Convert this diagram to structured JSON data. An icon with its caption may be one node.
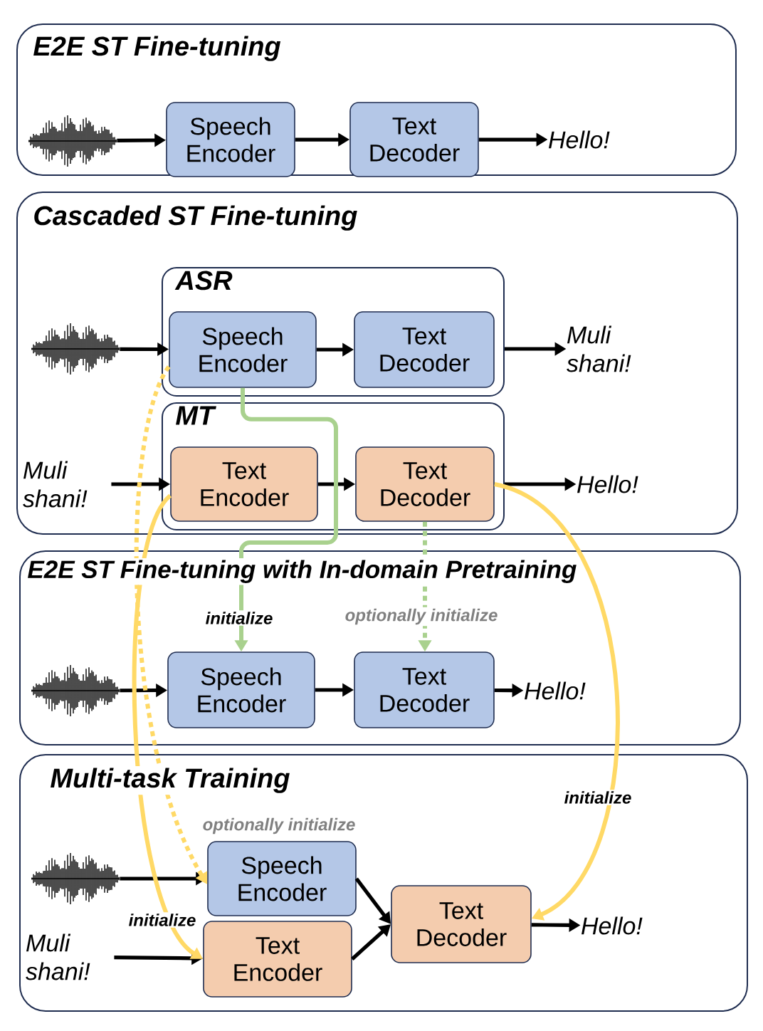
{
  "diagram": {
    "nodes": [
      {
        "text": [
          "E2E ST Fine-tuning"
        ]
      },
      {
        "text": [],
        "shape": "picture",
        "in": 0
      },
      {
        "text": [
          "Speech Encoder"
        ],
        "in": 0
      },
      {
        "text": [
          "Text Decoder"
        ],
        "in": 0
      },
      {
        "text": [
          "Hello!"
        ],
        "in": 0
      },
      {
        "text": [
          "Cascaded ST Fine-tuning"
        ]
      },
      {
        "text": [
          "ASR"
        ],
        "in": 5
      },
      {
        "text": [],
        "shape": "picture",
        "in": 5
      },
      {
        "text": [
          "Speech Encoder"
        ],
        "in": 6
      },
      {
        "text": [
          "Text Decoder"
        ],
        "in": 6
      },
      {
        "text": [
          "Muli shani!"
        ],
        "in": 5
      },
      {
        "text": [
          "MT"
        ],
        "in": 5
      },
      {
        "text": [
          "Muli shani!"
        ],
        "in": 5
      },
      {
        "text": [
          "Text Encoder"
        ],
        "in": 11
      },
      {
        "text": [
          "Text Decoder"
        ],
        "in": 11
      },
      {
        "text": [
          "Hello!"
        ],
        "in": 5
      },
      {
        "text": [
          "E2E ST Fine-tuning with In-domain Pretraining"
        ]
      },
      {
        "text": [],
        "shape": "picture",
        "in": 16
      },
      {
        "text": [
          "Speech Encoder"
        ],
        "in": 16
      },
      {
        "text": [
          "Text Decoder"
        ],
        "in": 16
      },
      {
        "text": [
          "Hello!"
        ],
        "in": 16
      },
      {
        "text": [
          "Multi-task Training"
        ]
      },
      {
        "text": [],
        "shape": "picture",
        "in": 21
      },
      {
        "text": [
          "Speech Encoder"
        ],
        "in": 21
      },
      {
        "text": [
          "Muli shani!"
        ],
        "in": 21
      },
      {
        "text": [
          "Text Encoder"
        ],
        "in": 21
      },
      {
        "text": [
          "Text Decoder"
        ],
        "in": 21
      },
      {
        "text": [
          "Hello!"
        ],
        "in": 21
      }
    ],
    "edges": [
      {
        "from": 1,
        "to": 2,
        "arrow": "to"
      },
      {
        "from": 2,
        "to": 3,
        "arrow": "to"
      },
      {
        "from": 3,
        "to": 4,
        "arrow": "to"
      },
      {
        "from": 7,
        "to": 8,
        "arrow": "to"
      },
      {
        "from": 8,
        "to": 9,
        "arrow": "to"
      },
      {
        "from": 6,
        "to": 10,
        "arrow": "to"
      },
      {
        "from": 12,
        "to": 13,
        "arrow": "to"
      },
      {
        "from": 13,
        "to": 14,
        "arrow": "to"
      },
      {
        "from": 11,
        "to": 15,
        "arrow": "to"
      },
      {
        "from": 17,
        "to": 18,
        "arrow": "to"
      },
      {
        "from": 18,
        "to": 19,
        "arrow": "to"
      },
      {
        "from": 19,
        "to": 20,
        "arrow": "to"
      },
      {
        "from": 22,
        "to": 23,
        "arrow": "to"
      },
      {
        "from": 24,
        "to": 25,
        "arrow": "to"
      },
      {
        "from": 23,
        "to": 26,
        "arrow": "to"
      },
      {
        "from": 25,
        "to": 26,
        "arrow": "to"
      },
      {
        "from": 26,
        "to": 27,
        "arrow": "to"
      },
      {
        "from": 8,
        "to": 18,
        "arrow": "to",
        "label": "initialize",
        "color": "#a9d18e"
      },
      {
        "from": 14,
        "to": 19,
        "arrow": "to",
        "label": "optionally initialize",
        "style": "dashed",
        "color": "#a9d18e"
      },
      {
        "from": 8,
        "to": 23,
        "arrow": "to",
        "label": "optionally initialize",
        "style": "dashed",
        "color": "#ffd966"
      },
      {
        "from": 13,
        "to": 25,
        "arrow": "to",
        "label": "initialize",
        "color": "#ffd966"
      },
      {
        "from": 14,
        "to": 26,
        "arrow": "to",
        "label": "initialize",
        "color": "#ffd966"
      }
    ]
  }
}
